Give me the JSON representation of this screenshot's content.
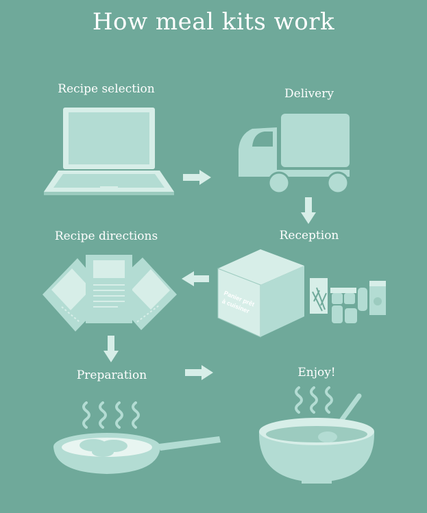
{
  "title": "How meal kits work",
  "steps": {
    "recipe_selection": "Recipe selection",
    "delivery": "Delivery",
    "reception": "Reception",
    "recipe_directions": "Recipe directions",
    "preparation": "Preparation",
    "enjoy": "Enjoy!"
  },
  "box_label_line1": "Panier prêt",
  "box_label_line2": "à cuisiner",
  "colors": {
    "background": "#6fa99a",
    "icon_fill": "#b3dcd3",
    "icon_light": "#d7eee8",
    "text": "#ffffff"
  }
}
